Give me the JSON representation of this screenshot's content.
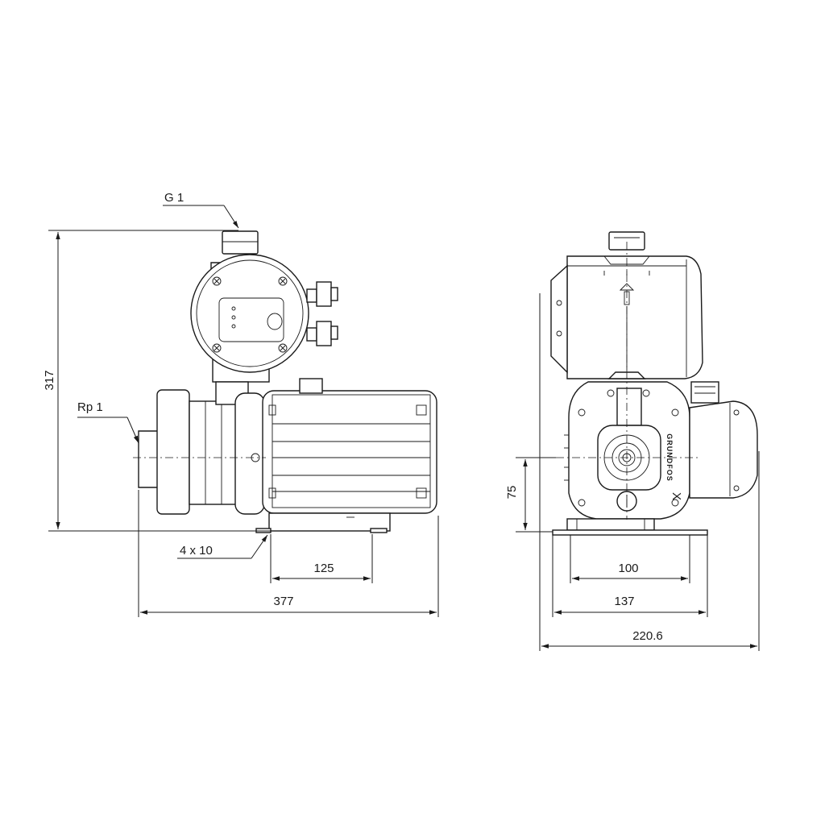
{
  "side_view": {
    "connection_top": "G 1",
    "connection_inlet": "Rp 1",
    "mounting_holes": "4 x 10",
    "height": "317",
    "foot_spacing": "125",
    "overall_length": "377"
  },
  "front_view": {
    "shaft_height": "75",
    "foot_holes_spacing": "100",
    "foot_width": "137",
    "overall_width": "220.6",
    "brand_mark": "GRUNDFOS"
  }
}
